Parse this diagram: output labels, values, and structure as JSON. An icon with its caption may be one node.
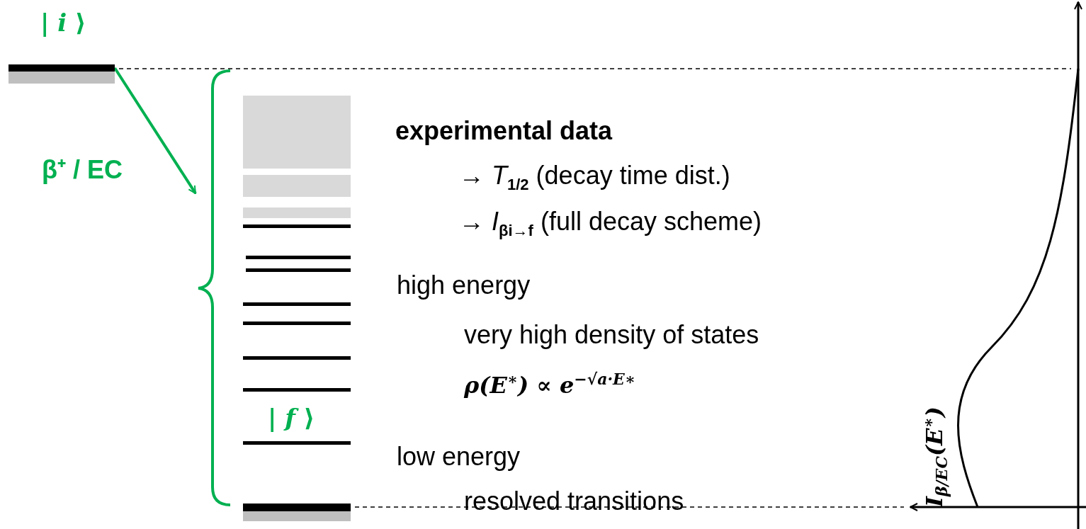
{
  "diagram": {
    "nodes": [
      {
        "text": [
          "| *i* ⟩"
        ]
      },
      {
        "text": [],
        "shape": "bar"
      },
      {
        "text": [],
        "shape": "bar"
      },
      {
        "text": [],
        "shape": "bar"
      },
      {
        "text": [],
        "shape": "bar"
      },
      {
        "text": [],
        "shape": "bar"
      },
      {
        "text": [],
        "shape": "bar"
      },
      {
        "text": [],
        "shape": "bar"
      },
      {
        "text": [],
        "shape": "bar"
      },
      {
        "text": [],
        "shape": "bar"
      },
      {
        "text": [],
        "shape": "bar"
      },
      {
        "text": [
          "| *f* ⟩"
        ]
      },
      {
        "text": [],
        "shape": "bar"
      },
      {
        "text": [],
        "shape": "brace"
      }
    ],
    "edges": [
      {
        "from": 0,
        "to": 13,
        "arrow": "to",
        "label": "β⁺ / EC",
        "color": "#00b050"
      }
    ],
    "labels": [
      "experimental data",
      "→ *T*$_{1/2}$ (decay time dist.)",
      "→ *I*$_{βi→f}$ (full decay scheme)",
      "high energy",
      "very high density of states",
      "ρ(E$^{∗}$) ∝ e$^{−√a·E∗}$",
      "low energy",
      "resolved transitions",
      "I$_{β/EC}$(E$^{∗}$)"
    ]
  }
}
